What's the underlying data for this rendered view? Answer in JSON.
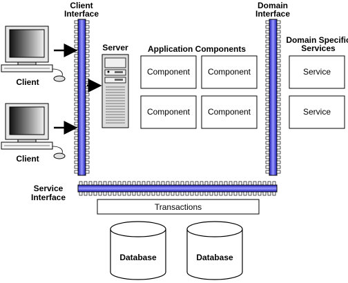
{
  "labels": {
    "client_interface": [
      "Client",
      "Interface"
    ],
    "domain_interface": [
      "Domain",
      "Interface"
    ],
    "server": "Server",
    "application_components": "Application Components",
    "domain_specific_services": [
      "Domain Specific",
      "Services"
    ],
    "client_1": "Client",
    "client_2": "Client",
    "service_interface": [
      "Service",
      "Interface"
    ],
    "transactions": "Transactions"
  },
  "components": [
    "Component",
    "Component",
    "Component",
    "Component"
  ],
  "services": [
    "Service",
    "Service"
  ],
  "databases": [
    "Database",
    "Database"
  ],
  "colors": {
    "interface_bar": "#3a3adf",
    "interface_bar_light": "#c8c8ff",
    "outline": "#000000",
    "monitor_dark": "#111111",
    "monitor_light": "#f4f4f4",
    "panel_gray": "#cfcfcf"
  }
}
